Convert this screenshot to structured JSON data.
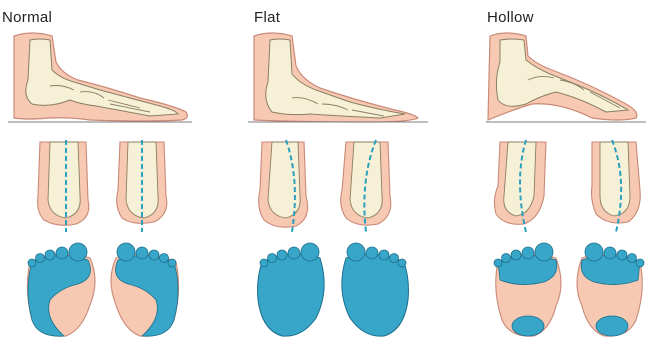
{
  "columns": [
    {
      "label": "Normal"
    },
    {
      "label": "Flat"
    },
    {
      "label": "Hollow"
    }
  ],
  "colors": {
    "skin": "#f7c8b2",
    "skin_outline": "#c98a78",
    "bone": "#f6f0d6",
    "bone_outline": "#8a7f62",
    "ground": "#7c7c7c",
    "pressure": "#37a6c8",
    "pressure_outline": "#1e6f8c",
    "axis_line": "#2aa0bd"
  },
  "icons": [
    "side-foot-icon",
    "rear-foot-icon",
    "footprint-icon"
  ]
}
